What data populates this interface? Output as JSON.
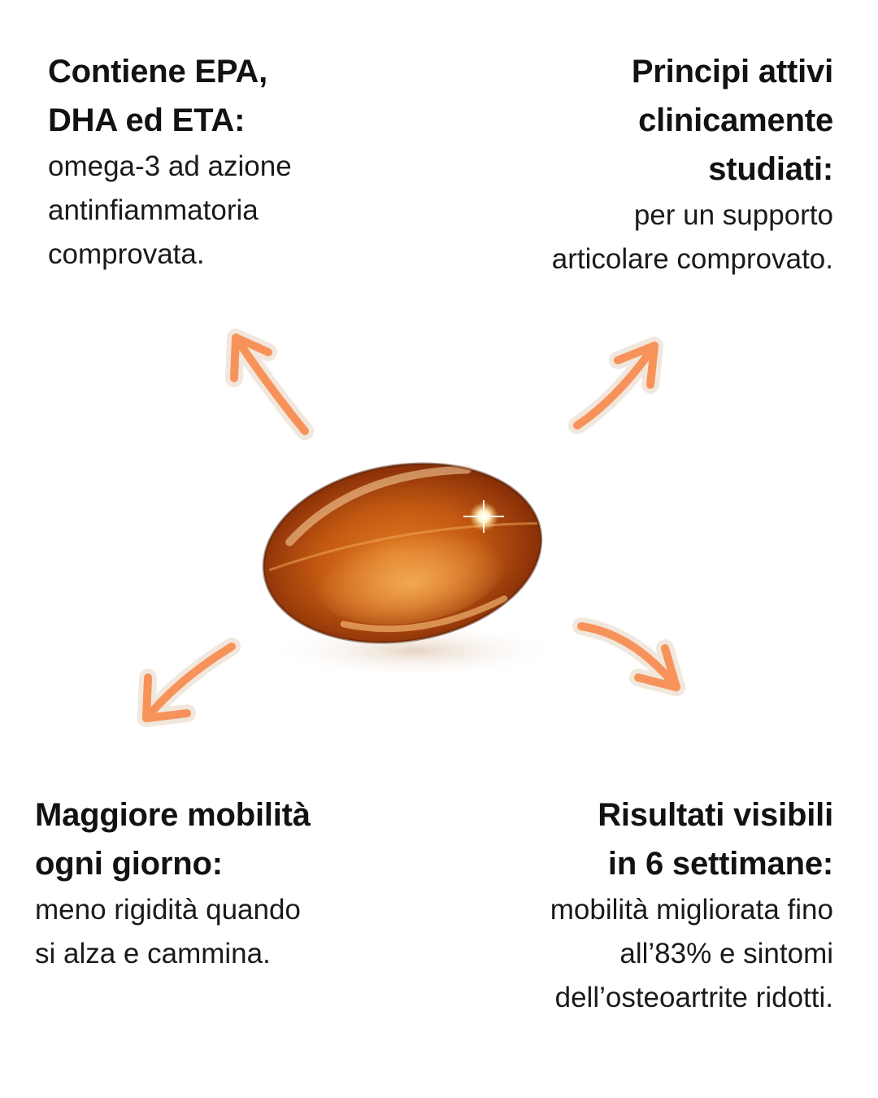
{
  "top_left": {
    "heading": [
      "Contiene EPA,",
      "DHA ed ETA:"
    ],
    "body": [
      "omega-3 ad azione",
      "antinfiammatoria",
      "comprovata."
    ]
  },
  "top_right": {
    "heading": [
      "Principi attivi",
      "clinicamente",
      "studiati:"
    ],
    "body": [
      "per un supporto",
      "articolare comprovato."
    ]
  },
  "bottom_left": {
    "heading": [
      "Maggiore mobilità",
      "ogni giorno:"
    ],
    "body": [
      "meno rigidità quando",
      "si alza e cammina."
    ]
  },
  "bottom_right": {
    "heading": [
      "Risultati visibili",
      "in 6 settimane:"
    ],
    "body": [
      "mobilità migliorata fino",
      "all’83% e sintomi",
      "dell’osteoartrite ridotti."
    ]
  },
  "illustration": {
    "subject": "omega-3-softgel-capsule",
    "arrow_icon": "hand-drawn-arrow-icon",
    "colors": {
      "arrow": "#f7935a",
      "arrow_outline": "#f1e7dd",
      "capsule_dark": "#7a2a05",
      "capsule_mid": "#c45a12",
      "capsule_light": "#f3a24a",
      "highlight": "#fff4d6"
    }
  }
}
